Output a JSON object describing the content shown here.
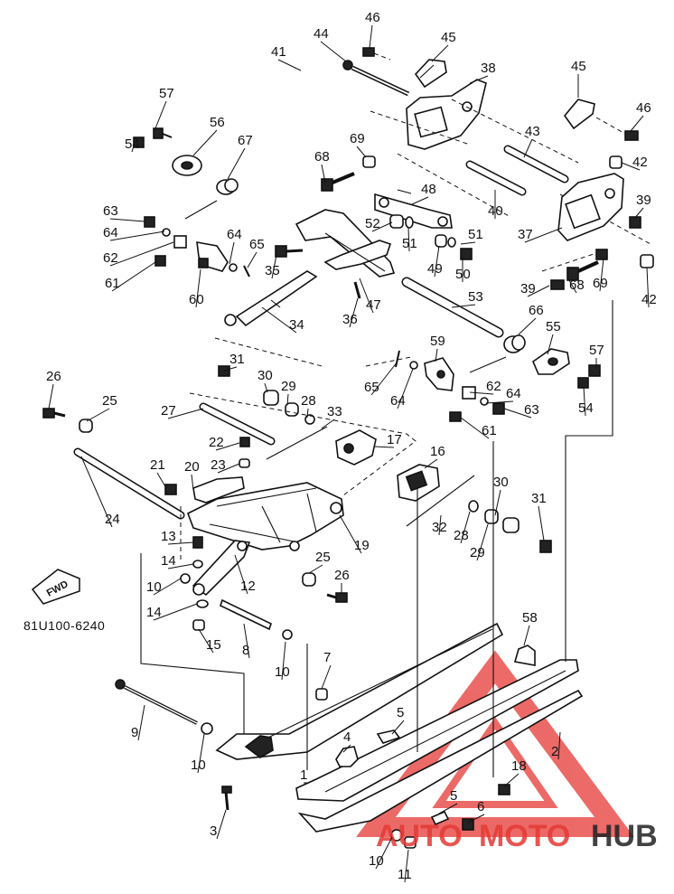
{
  "diagram": {
    "part_code": "81U100-6240",
    "forward_label": "FWD",
    "watermark": {
      "part1": "AUTO",
      "part2": "MOTO",
      "part3": "HUB",
      "accent_color": "#e53935",
      "dark_color": "#222222"
    },
    "callouts": [
      "46",
      "44",
      "45",
      "41",
      "38",
      "45",
      "46",
      "57",
      "56",
      "69",
      "43",
      "67",
      "68",
      "42",
      "54",
      "48",
      "39",
      "40",
      "63",
      "52",
      "37",
      "64",
      "51",
      "51",
      "62",
      "64",
      "65",
      "49",
      "50",
      "61",
      "35",
      "39",
      "69",
      "60",
      "47",
      "53",
      "68",
      "42",
      "34",
      "36",
      "66",
      "55",
      "59",
      "31",
      "57",
      "26",
      "30",
      "65",
      "64",
      "25",
      "29",
      "62",
      "28",
      "64",
      "33",
      "27",
      "54",
      "63",
      "22",
      "17",
      "61",
      "23",
      "21",
      "16",
      "20",
      "30",
      "31",
      "24",
      "32",
      "28",
      "29",
      "19",
      "13",
      "14",
      "25",
      "10",
      "12",
      "26",
      "14",
      "15",
      "8",
      "58",
      "10",
      "7",
      "9",
      "5",
      "2",
      "10",
      "4",
      "18",
      "1",
      "5",
      "3",
      "6",
      "10",
      "11"
    ]
  }
}
